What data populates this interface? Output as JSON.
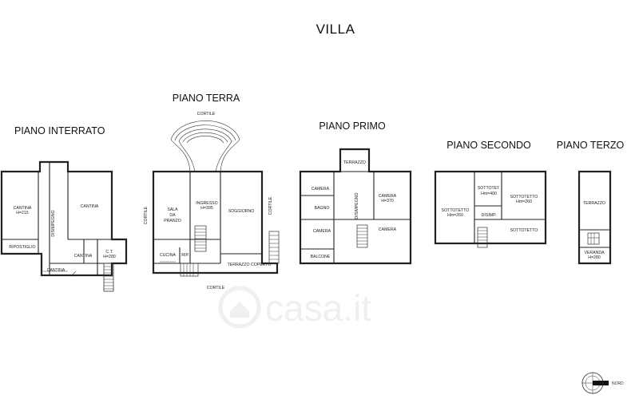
{
  "title": "VILLA",
  "floors": {
    "interrato": {
      "title": "PIANO INTERRATO",
      "rooms": {
        "cantina_left": "CANTINA",
        "cantina_left_h": "H=215",
        "disimpegno": "DISIMPEGNO",
        "cantina_right": "CANTINA",
        "ripostiglio": "RIPOSTIGLIO",
        "cantina_mid": "CANTINA",
        "ct": "C.T.",
        "ct_h": "H=280",
        "cantina_bottom": "CANTINA"
      }
    },
    "terra": {
      "title": "PIANO TERRA",
      "rooms": {
        "cortile_top": "CORTILE",
        "cortile_left": "CORTILE",
        "cortile_right": "CORTILE",
        "sala1": "SALA",
        "sala2": "DA",
        "sala3": "PRANZO",
        "ingresso": "INGRESSO",
        "ingresso_h": "H=395",
        "soggiorno": "SOGGIORNO",
        "cucina": "CUCINA",
        "rip": "RIP.",
        "terrazzo_coperto": "TERRAZZO COPERTO",
        "cortile_bottom": "CORTILE"
      }
    },
    "primo": {
      "title": "PIANO PRIMO",
      "rooms": {
        "terrazzo": "TERRAZZO",
        "camera_tl": "CAMERA",
        "bagno": "BAGNO",
        "disimpegno": "DISIMPEGNO",
        "camera_tr": "CAMERA",
        "camera_tr_h": "H=370",
        "camera_bl": "CAMERA",
        "camera_br": "CAMERA",
        "balcone": "BALCONE"
      }
    },
    "secondo": {
      "title": "PIANO SECONDO",
      "rooms": {
        "sottotetto_left": "SOTTOTETTO",
        "sottotetto_left_h": "Hm=260",
        "sottotet_mid": "SOTTOTET.",
        "sottotet_mid_h": "Hm=400",
        "sottotetto_right": "SOTTOTETTO",
        "sottotetto_right_h": "Hm=260",
        "disimp": "DISIMP.",
        "sottotetto_br": "SOTTOTETTO"
      }
    },
    "terzo": {
      "title": "PIANO TERZO",
      "rooms": {
        "terrazzo": "TERRAZZO",
        "veranda": "VERANDA",
        "veranda_h": "H=280"
      }
    }
  },
  "watermark": "casa.it",
  "north_label": "NORD"
}
